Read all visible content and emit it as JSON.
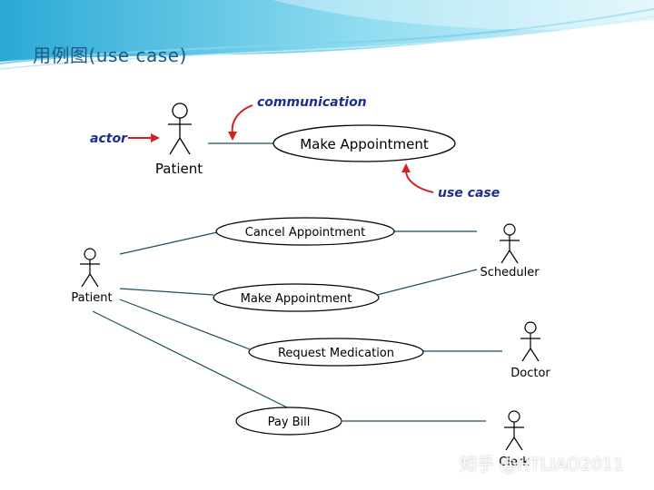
{
  "slide": {
    "title": "用例图(use  case)",
    "watermark": "知乎 @HTLIAO2011"
  },
  "top_diagram": {
    "actor_label": "Patient",
    "use_case": "Make Appointment",
    "annotations": {
      "actor": "actor",
      "communication": "communication",
      "use_case": "use case"
    }
  },
  "main_diagram": {
    "actors": {
      "patient": "Patient",
      "scheduler": "Scheduler",
      "doctor": "Doctor",
      "clerk": "Clerk"
    },
    "use_cases": {
      "cancel": "Cancel Appointment",
      "make": "Make Appointment",
      "request": "Request Medication",
      "bill": "Pay Bill"
    }
  },
  "colors": {
    "header_wave": "#5bc8e6",
    "title": "#1f5a87",
    "annotation_text": "#1c2f8c",
    "annotation_arrow": "#d42020",
    "association_line": "#1e4f5f"
  }
}
